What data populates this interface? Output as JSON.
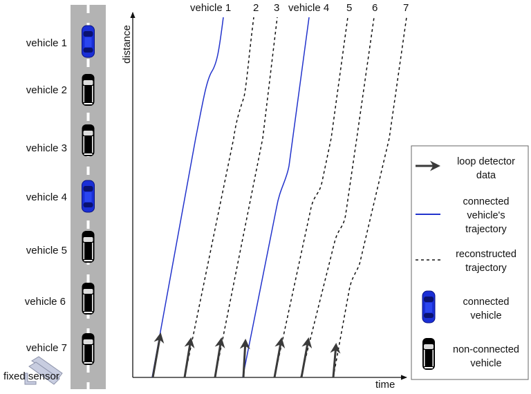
{
  "colors": {
    "connected": "#2233cc",
    "road": "#b3b3b3",
    "arrow": "#3a3a3a"
  },
  "road_labels": [
    "vehicle 1",
    "vehicle 2",
    "vehicle 3",
    "vehicle 4",
    "vehicle 5",
    "vehicle 6",
    "vehicle 7"
  ],
  "sensor_label": "fixed sensor",
  "axes": {
    "y_label": "distance",
    "x_label": "time"
  },
  "top_labels": [
    "vehicle 1",
    "2",
    "3",
    "vehicle 4",
    "5",
    "6",
    "7"
  ],
  "legend": {
    "loop_1": "loop detector",
    "loop_2": "data",
    "cv_traj_1": "connected",
    "cv_traj_2": "vehicle's",
    "cv_traj_3": "trajectory",
    "recon_1": "reconstructed",
    "recon_2": "trajectory",
    "cv_1": "connected",
    "cv_2": "vehicle",
    "ncv_1": "non-connected",
    "ncv_2": "vehicle"
  }
}
